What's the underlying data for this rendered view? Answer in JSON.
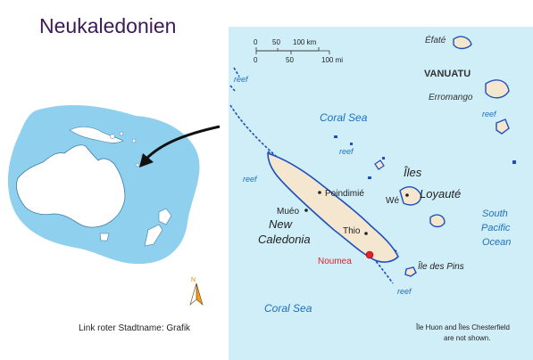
{
  "page": {
    "title": "Neukaledonien",
    "caption": "Link roter Stadtname: Grafik",
    "north_label": "N"
  },
  "map": {
    "scale": {
      "ticks_km": [
        "0",
        "50",
        "100 km"
      ],
      "ticks_mi": [
        "0",
        "50",
        "100 mi"
      ]
    },
    "country": "VANUATU",
    "islands": {
      "efate": "Éfaté",
      "erromango": "Erromango",
      "iles": "Îles",
      "loyaute": "Loyauté",
      "we": "Wé",
      "ile_des_pins": "Île des Pins"
    },
    "seas": {
      "coral_sea_top": "Coral Sea",
      "coral_sea_bottom": "Coral Sea",
      "south_pacific_1": "South",
      "south_pacific_2": "Pacific",
      "south_pacific_3": "Ocean"
    },
    "reef_labels": [
      "reef",
      "reef",
      "reef",
      "reef",
      "reef"
    ],
    "new_caledonia_1": "New",
    "new_caledonia_2": "Caledonia",
    "towns": {
      "poindimie": "Poindimié",
      "mueo": "Muéo",
      "thio": "Thio",
      "noumea": "Noumea"
    },
    "note_1": "Île Huon and Îles Chesterfield",
    "note_2": "are not shown.",
    "colors": {
      "sea": "#cfeef8",
      "land": "#f5e6cf",
      "capital": "#e5202a",
      "overview_sea": "#8fd0ee",
      "title": "#3b1a55"
    }
  }
}
